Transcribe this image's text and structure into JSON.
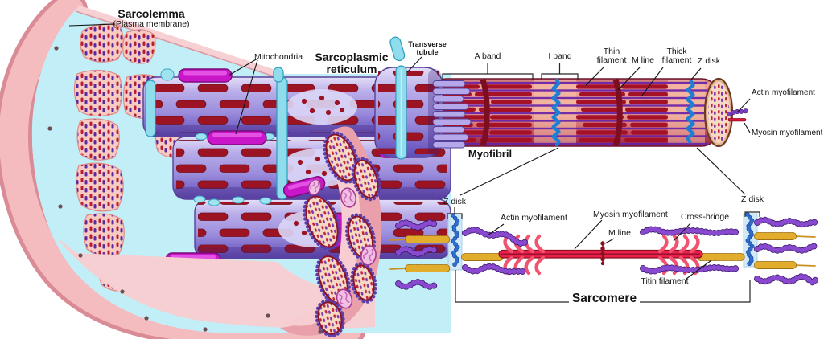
{
  "labels": {
    "sarcolemma": {
      "title": "Sarcolemma",
      "subtitle": "(Plasma membrane)"
    },
    "mitochondria": "Mitochondria",
    "sarcoplasmic_reticulum": {
      "line1": "Sarcoplasmic",
      "line2": "reticulum"
    },
    "transverse_tubule": {
      "line1": "Transverse",
      "line2": "tubule"
    },
    "a_band": "A band",
    "i_band": "I band",
    "thin_filament": {
      "line1": "Thin",
      "line2": "filament"
    },
    "m_line_top": "M line",
    "thick_filament": {
      "line1": "Thick",
      "line2": "filament"
    },
    "z_disk_top": "Z disk",
    "actin_myofilament_top": "Actin myofilament",
    "myosin_myofilament_top": "Myosin myofilament",
    "myofibril": "Myofibril",
    "sarcomere": {
      "z_disk_left": "Z disk",
      "z_disk_right": "Z disk",
      "actin_myofilament": "Actin myofilament",
      "myosin_myofilament": "Myosin myofilament",
      "m_line": "M line",
      "cross_bridge": "Cross-bridge",
      "titin_filament": "Titin filament",
      "title": "Sarcomere"
    }
  },
  "colors": {
    "membrane_pink": "#f5bcc0",
    "sr_cyan": "#8fdcec",
    "myofibril_purple": "#9b8cdc",
    "mitochondria_magenta": "#c816c8",
    "thick_filament_red": "#a51228",
    "thin_filament_purple": "#7a3fc0",
    "titin_gold": "#d8a228",
    "z_disk_blue": "#2e6fd0",
    "cross_bridge_pink": "#f2536f",
    "label_color": "#141414"
  }
}
